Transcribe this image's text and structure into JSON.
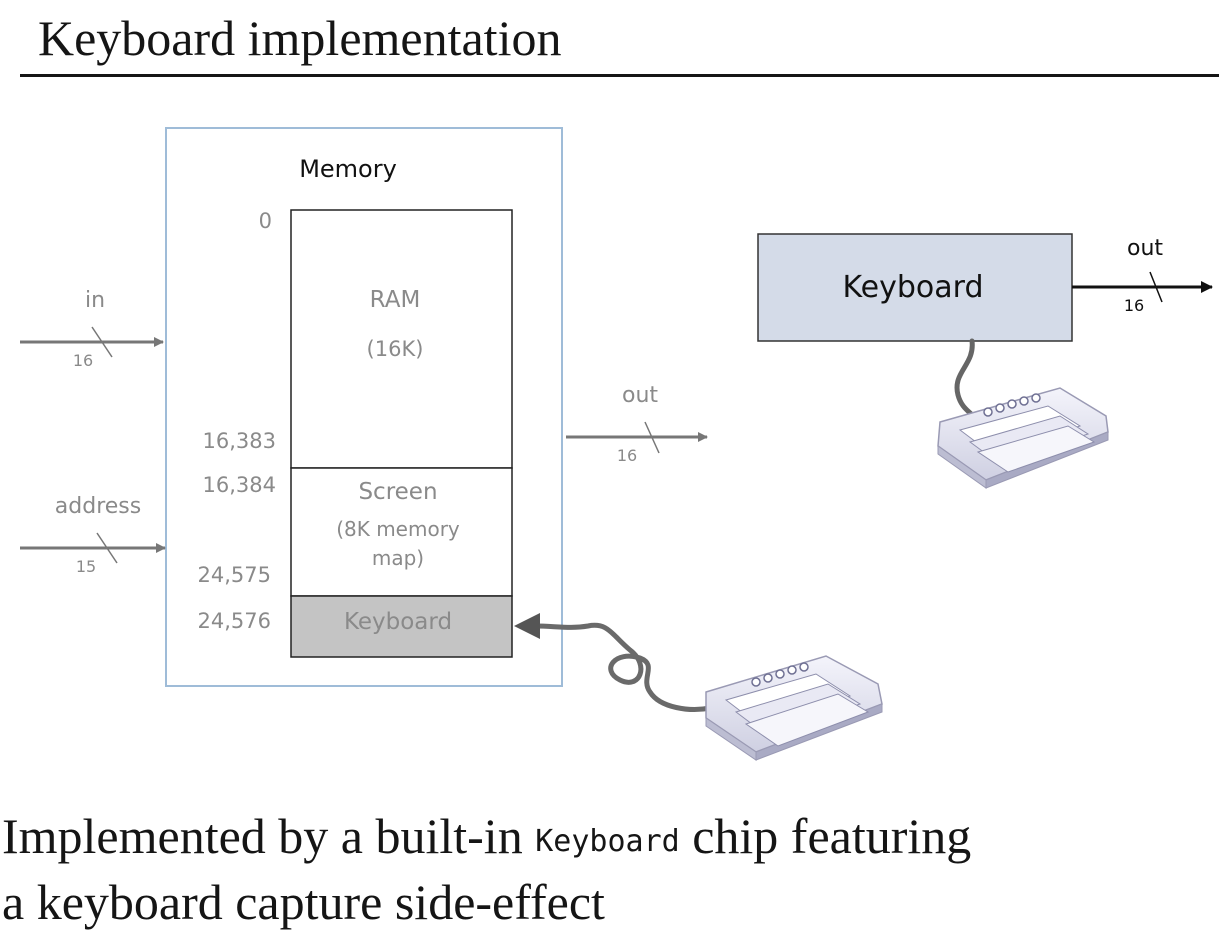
{
  "title": "Keyboard implementation",
  "memory": {
    "label": "Memory",
    "in_label": "in",
    "in_width": "16",
    "address_label": "address",
    "address_width": "15",
    "out_label": "out",
    "out_width": "16",
    "regions": [
      {
        "name": "RAM",
        "sub": "(16K)"
      },
      {
        "name": "Screen",
        "sub1": "(8K memory",
        "sub2": "map)"
      },
      {
        "name": "Keyboard"
      }
    ],
    "addresses": [
      "0",
      "16,383",
      "16,384",
      "24,575",
      "24,576"
    ]
  },
  "keyboard_chip": {
    "label": "Keyboard",
    "out_label": "out",
    "out_width": "16"
  },
  "caption": {
    "line1_pre": "Implemented by a built-in ",
    "line1_code": "Keyboard",
    "line1_post": " chip featuring",
    "line2": "a keyboard capture side-effect"
  },
  "colors": {
    "memory_border": "#9fbcd8",
    "chip_fill": "#d4dbe8",
    "kbd_region_fill": "#c4c4c4",
    "gray_text": "#8a8a8a"
  }
}
